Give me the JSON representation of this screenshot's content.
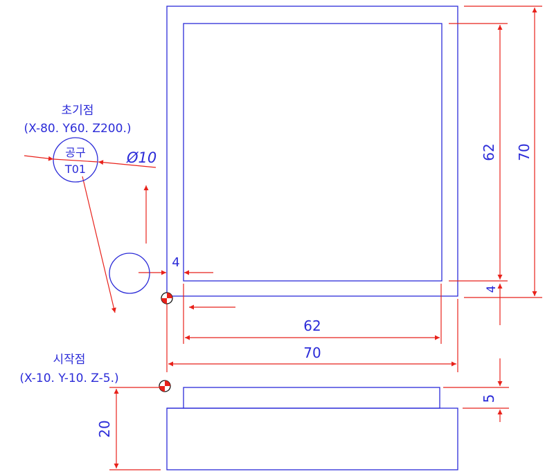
{
  "labels": {
    "initial_point_title": "초기점",
    "initial_point_coords": "(X-80. Y60. Z200.)",
    "tool_line1": "공구",
    "tool_line2": "T01",
    "tool_diameter": "Ø10",
    "start_point_title": "시작점",
    "start_point_coords": "(X-10. Y-10. Z-5.)"
  },
  "dimensions": {
    "inner_width": "62",
    "outer_width": "70",
    "inner_height": "62",
    "outer_height": "70",
    "offset_left": "4",
    "offset_bottom": "4",
    "pocket_depth": "5",
    "stock_height": "20"
  },
  "colors": {
    "geometry": "#2b2bd8",
    "dimension": "#e8211a"
  }
}
